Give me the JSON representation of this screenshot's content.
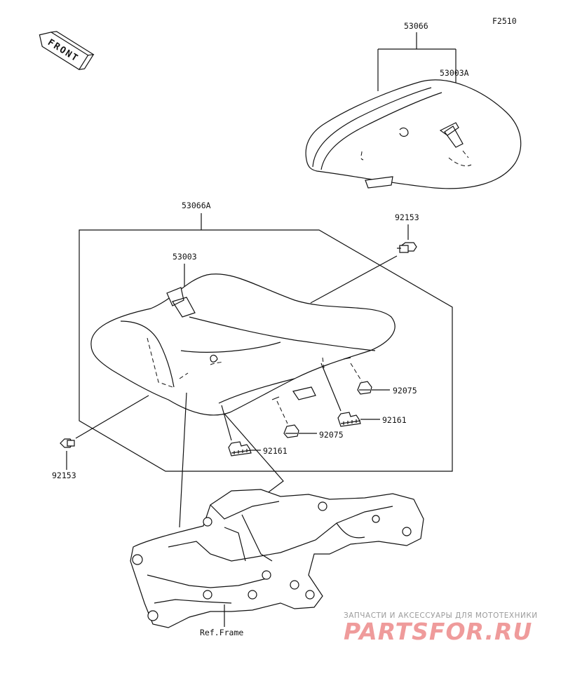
{
  "figure_code": "F2510",
  "front_arrow": {
    "label": "FRONT"
  },
  "parts": {
    "seat_pillion": "53066",
    "seat_pillion_strap": "53003A",
    "seat_main": "53066A",
    "seat_main_strap": "53003",
    "bolt_upper": "92153",
    "bolt_lower": "92153",
    "damper_right": "92075",
    "damper_center": "92075",
    "clip_right": "92161",
    "clip_center": "92161"
  },
  "reference": {
    "frame": "Ref.Frame"
  },
  "watermark": {
    "tagline": "ЗАПЧАСТИ И АКСЕССУАРЫ ДЛЯ МОТОТЕХНИКИ",
    "logo": "PARTSFOR.RU"
  }
}
